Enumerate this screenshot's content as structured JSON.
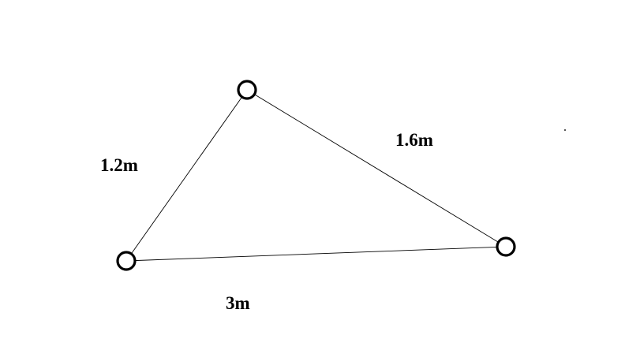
{
  "diagram": {
    "type": "triangle",
    "vertices": [
      "top",
      "left",
      "right"
    ],
    "edges": [
      {
        "from": "left",
        "to": "top",
        "label": "1.2m"
      },
      {
        "from": "top",
        "to": "right",
        "label": "1.6m"
      },
      {
        "from": "left",
        "to": "right",
        "label": "3m"
      }
    ]
  }
}
